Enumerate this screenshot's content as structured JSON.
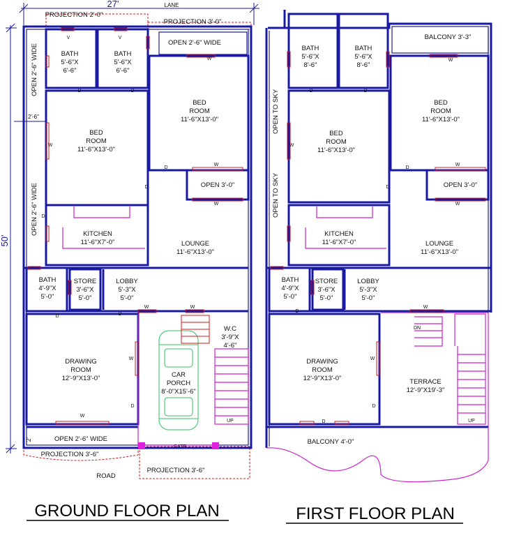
{
  "ground": {
    "title": "GROUND FLOOR  PLAN",
    "lane": "LANE",
    "width_dim": "27'",
    "depth_dim": "50'",
    "side_dim": "2'-6\"",
    "bottom_dim": "2'",
    "road": "ROAD",
    "gate": "GATE",
    "proj_top_left": "PROJECTION  2'-0\"",
    "proj_top_right": "PROJECTION 3'-0\"",
    "proj_bottom_left": "PROJECTION  3'-6\"",
    "proj_bottom_right": "PROJECTION  3'-6\"",
    "open_top": "OPEN  2'-6\" WIDE",
    "open_left_top": "OPEN   2'-6\" WIDE",
    "open_left_mid": "OPEN   2'-6\" WIDE",
    "open_mid": "OPEN  3'-0\"",
    "open_bottom": "OPEN  2'-6\" WIDE",
    "bath1": [
      "BATH",
      "5'-6\"X",
      "6'-6\""
    ],
    "bath2": [
      "BATH",
      "5'-6\"X",
      "6'-6\""
    ],
    "bed_left": [
      "BED",
      "ROOM",
      "11'-6\"X13'-0\""
    ],
    "bed_right": [
      "BED",
      "ROOM",
      "11'-6\"X13'-0\""
    ],
    "kitchen": [
      "KITCHEN",
      "11'-6\"X7'-0\""
    ],
    "lounge": [
      "LOUNGE",
      "11'-6\"X13'-0\""
    ],
    "bath3": [
      "BATH",
      "4'-9\"X",
      "5'-0\""
    ],
    "store": [
      "STORE",
      "3'-6\"X",
      "5'-0\""
    ],
    "lobby": [
      "LOBBY",
      "5'-3\"X",
      "5'-0\""
    ],
    "wc": [
      "W.C",
      "3'-9\"X",
      "4'-6\""
    ],
    "drawing": [
      "DRAWING",
      "ROOM",
      "12'-9\"X13'-0\""
    ],
    "car": [
      "CAR",
      "PORCH",
      "8'-0\"X15'-6\""
    ],
    "up": "UP"
  },
  "first": {
    "title": "FIRST FLOOR  PLAN",
    "balcony_top": "BALCONY  3'-3\"",
    "balcony_bottom": "BALCONY  4'-0\"",
    "open_sky_top": "OPEN  TO  SKY",
    "open_sky_bottom": "OPEN  TO  SKY",
    "open_mid": "OPEN  3'-0\"",
    "bath1": [
      "BATH",
      "5'-6\"X",
      "8'-6\""
    ],
    "bath2": [
      "BATH",
      "5'-6\"X",
      "8'-6\""
    ],
    "bed_left": [
      "BED",
      "ROOM",
      "11'-6\"X13'-0\""
    ],
    "bed_right": [
      "BED",
      "ROOM",
      "11'-6\"X13'-0\""
    ],
    "kitchen": [
      "KITCHEN",
      "11'-6\"X7'-0\""
    ],
    "lounge": [
      "LOUNGE",
      "11'-6\"X13'-0\""
    ],
    "bath3": [
      "BATH",
      "4'-9\"X",
      "5'-0\""
    ],
    "store": [
      "STORE",
      "3'-6\"X",
      "5'-0\""
    ],
    "lobby": [
      "LOBBY",
      "5'-3\"X",
      "5'-0\""
    ],
    "drawing": [
      "DRAWING",
      "ROOM",
      "12'-9\"X13'-0\""
    ],
    "terrace": [
      "TERRACE",
      "12'-9\"X19'-3\""
    ],
    "dn": "DN",
    "up": "UP"
  },
  "marks": {
    "window": "W",
    "door": "D",
    "vent": "V"
  }
}
